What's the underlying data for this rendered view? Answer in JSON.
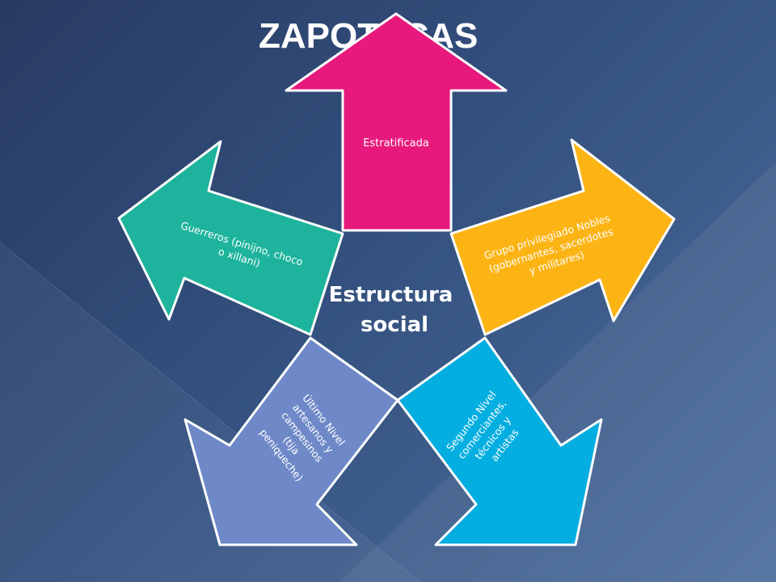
{
  "title": "ZAPOTECAS",
  "center": {
    "line1": "Estructura",
    "line2": "social"
  },
  "colors": {
    "background": "#30497a",
    "top": "#e8197d",
    "right": "#fcb415",
    "bottom_right": "#04aee0",
    "bottom_left": "#6f89c8",
    "left": "#1eb39c"
  },
  "arrows": {
    "top": {
      "lines": [
        "Estratificada"
      ]
    },
    "right": {
      "lines": [
        "Grupo privilegiado Nobles",
        "(gobernantes, sacerdotes",
        "y militares)"
      ]
    },
    "bottom_right": {
      "lines": [
        "Segundo Nivel",
        "comerciantes,",
        "técnicos y",
        "artistas"
      ]
    },
    "bottom_left": {
      "lines": [
        "Último Nivel",
        "artesanos y",
        "campesinos",
        "(tija",
        "peniqueche)"
      ]
    },
    "left": {
      "lines": [
        "Guerreros (pinijno, choco",
        "o xillani)"
      ]
    }
  }
}
